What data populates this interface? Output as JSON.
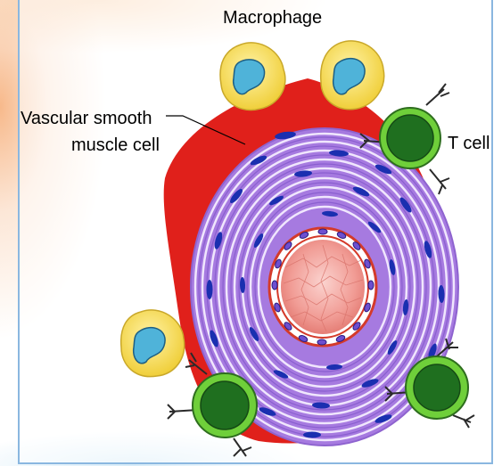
{
  "labels": {
    "macrophage": "Macrophage",
    "vsmc_line1": "Vascular smooth",
    "vsmc_line2": "muscle cell",
    "t_cell": "T cell"
  },
  "colors": {
    "adventitia_red": "#e0201b",
    "media_purple": "#b98ee8",
    "media_purple_dark": "#9a6fd6",
    "fiber_white": "#f4ecff",
    "nucleus_blue": "#1a2fb0",
    "lumen_pink": "#f4a6a0",
    "endothelium_red": "#d43a2a",
    "macrophage_yellow": "#f3e05a",
    "macrophage_nucleus": "#4fb3d9",
    "t_cell_green": "#2e8b2e",
    "t_cell_dark": "#1f5e1f",
    "frame_blue": "#8ab7e0"
  }
}
